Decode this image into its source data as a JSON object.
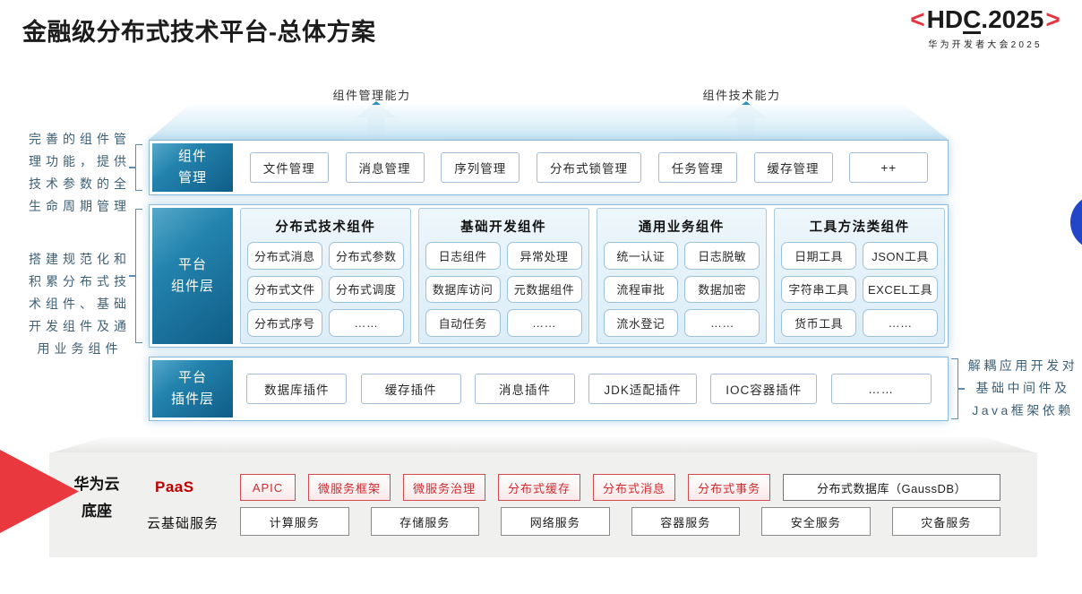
{
  "header": {
    "title": "金融级分布式技术平台-总体方案",
    "logo": {
      "lt": "<",
      "hd": "HD",
      "c": "C",
      "rest": ".2025",
      "gt": ">",
      "subtitle": "华为开发者大会2025"
    }
  },
  "arrows": {
    "left_label": "组件管理能力",
    "right_label": "组件技术能力"
  },
  "annotations": {
    "left_top": "完善的组件管理功能，提供技术参数的全生命周期管理",
    "left_bottom": "搭建规范化和积累分布式技术组件、基础开发组件及通用业务组件",
    "right": "解耦应用开发对基础中间件及Java框架依赖"
  },
  "layers": {
    "component_mgmt": {
      "label": "组件\n管理",
      "items": [
        "文件管理",
        "消息管理",
        "序列管理",
        "分布式锁管理",
        "任务管理",
        "缓存管理",
        "++"
      ]
    },
    "platform_components": {
      "label": "平台\n组件层",
      "groups": [
        {
          "title": "分布式技术组件",
          "items": [
            "分布式消息",
            "分布式参数",
            "分布式文件",
            "分布式调度",
            "分布式序号",
            "……"
          ]
        },
        {
          "title": "基础开发组件",
          "items": [
            "日志组件",
            "异常处理",
            "数据库访问",
            "元数据组件",
            "自动任务",
            "……"
          ]
        },
        {
          "title": "通用业务组件",
          "items": [
            "统一认证",
            "日志脱敏",
            "流程审批",
            "数据加密",
            "流水登记",
            "……"
          ]
        },
        {
          "title": "工具方法类组件",
          "items": [
            "日期工具",
            "JSON工具",
            "字符串工具",
            "EXCEL工具",
            "货币工具",
            "……"
          ]
        }
      ]
    },
    "platform_plugins": {
      "label": "平台\n插件层",
      "items": [
        "数据库插件",
        "缓存插件",
        "消息插件",
        "JDK适配插件",
        "IOC容器插件",
        "……"
      ]
    }
  },
  "foundation": {
    "label": "华为云\n底座",
    "paas": {
      "label": "PaaS",
      "items": [
        "APIC",
        "微服务框架",
        "微服务治理",
        "分布式缓存",
        "分布式消息",
        "分布式事务"
      ],
      "db_item": "分布式数据库（GaussDB）"
    },
    "cloud": {
      "label": "云基础服务",
      "items": [
        "计算服务",
        "存储服务",
        "网络服务",
        "容器服务",
        "安全服务",
        "灾备服务"
      ]
    }
  },
  "colors": {
    "brand_red": "#E6353F",
    "paas_red": "#BE0000",
    "red_box_border": "#D5494F",
    "wedge_red": "#E9393E",
    "teal_dark": "#0F5D87",
    "teal_light": "#55A8CA",
    "row_border_blue": "#8FB9D6",
    "annotation_blue": "#3E6076",
    "arrow_teal": "#1A7AA8",
    "circle_blue": "#2346C8",
    "foundation_gray": "#F0F0EF"
  }
}
